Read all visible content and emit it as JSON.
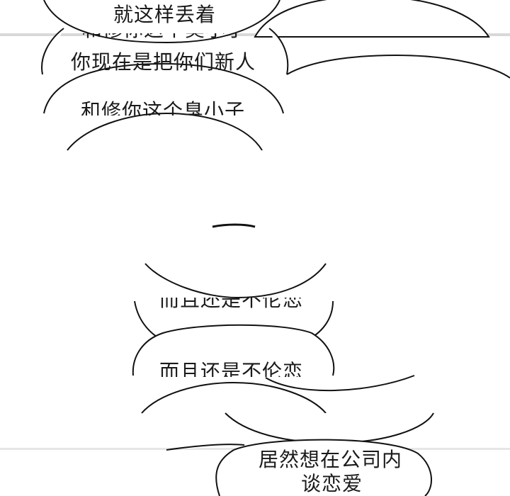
{
  "panel": {
    "bubbles": [
      {
        "id": "bubble-1",
        "text": "就这样丢着"
      },
      {
        "id": "bubble-2",
        "lines": [
          "和修你这个臭小子",
          "你现在是把你们新人"
        ]
      },
      {
        "id": "bubble-3",
        "text": "和修你这个臭小子"
      },
      {
        "id": "bubble-4",
        "text": "而且还是不伦恋"
      },
      {
        "id": "bubble-5",
        "text": "而且还是不伦恋"
      },
      {
        "id": "bubble-6",
        "lines": [
          "居然想在公司内",
          "谈恋爱"
        ]
      }
    ],
    "colors": {
      "background": "#ffffff",
      "outline": "#111111",
      "text": "#1a1a1a",
      "gutter": "#d9d9d9"
    }
  }
}
